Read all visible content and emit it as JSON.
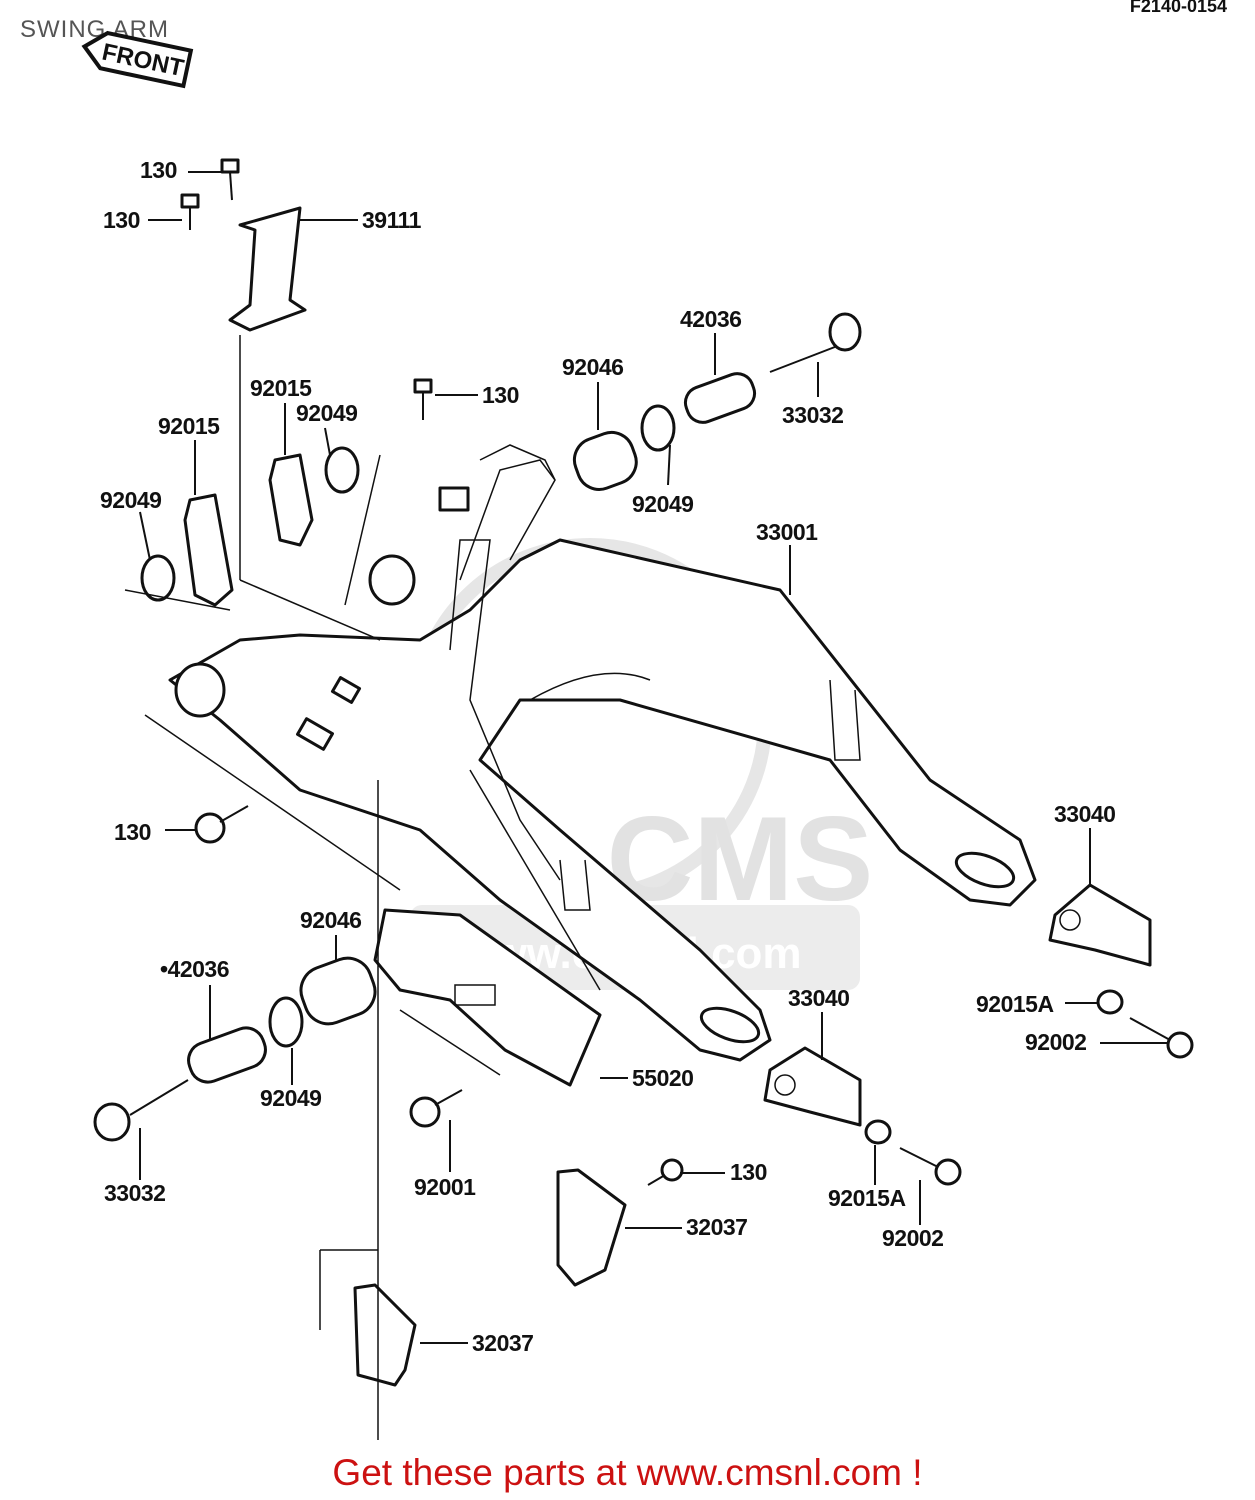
{
  "page": {
    "title": "SWING ARM",
    "figure_code": "F2140-0154",
    "footer": "Get these parts at www.cmsnl.com !"
  },
  "direction_tag": {
    "label": "FRONT",
    "icon": "front-arrow-icon"
  },
  "watermark": {
    "brand": "CMS",
    "url": "www.cmsnl.com"
  },
  "parts": [
    {
      "id": "130_a",
      "label": "130"
    },
    {
      "id": "130_b",
      "label": "130"
    },
    {
      "id": "39111",
      "label": "39111"
    },
    {
      "id": "42036_top",
      "label": "42036"
    },
    {
      "id": "92046_top",
      "label": "92046"
    },
    {
      "id": "33032_top",
      "label": "33032"
    },
    {
      "id": "130_c",
      "label": "130"
    },
    {
      "id": "92015_a",
      "label": "92015"
    },
    {
      "id": "92049_a",
      "label": "92049"
    },
    {
      "id": "92015_b",
      "label": "92015"
    },
    {
      "id": "92049_b",
      "label": "92049"
    },
    {
      "id": "92049_c",
      "label": "92049"
    },
    {
      "id": "33001",
      "label": "33001"
    },
    {
      "id": "130_d",
      "label": "130"
    },
    {
      "id": "33040_a",
      "label": "33040"
    },
    {
      "id": "92046_bottom",
      "label": "92046"
    },
    {
      "id": "42036_bottom",
      "label": "•42036"
    },
    {
      "id": "33040_b",
      "label": "33040"
    },
    {
      "id": "92015A_a",
      "label": "92015A"
    },
    {
      "id": "92002_a",
      "label": "92002"
    },
    {
      "id": "55020",
      "label": "55020"
    },
    {
      "id": "92049_d",
      "label": "92049"
    },
    {
      "id": "33032_bottom",
      "label": "33032"
    },
    {
      "id": "92001",
      "label": "92001"
    },
    {
      "id": "130_e",
      "label": "130"
    },
    {
      "id": "32037_a",
      "label": "32037"
    },
    {
      "id": "92015A_b",
      "label": "92015A"
    },
    {
      "id": "92002_b",
      "label": "92002"
    },
    {
      "id": "32037_b",
      "label": "32037"
    }
  ]
}
